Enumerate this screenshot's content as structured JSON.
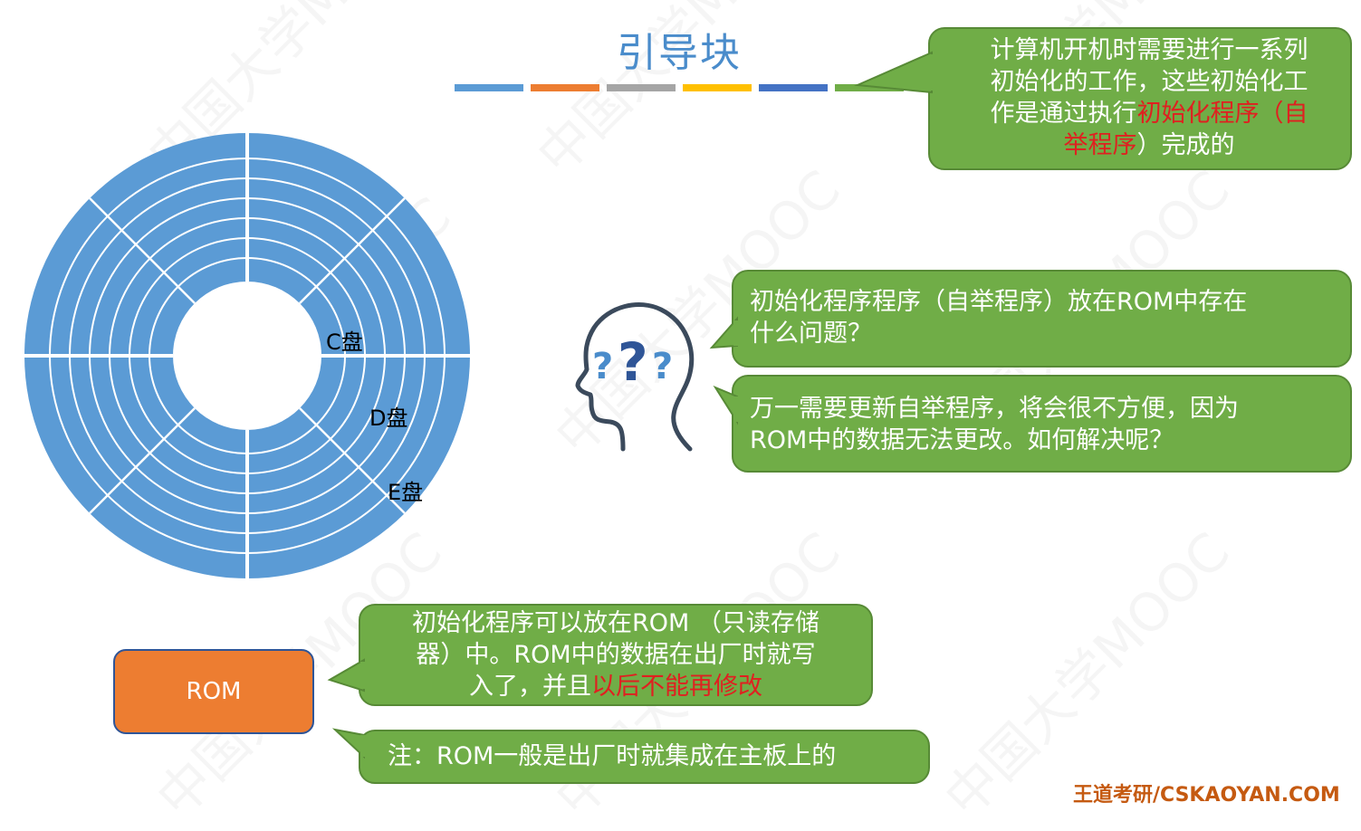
{
  "title": "引导块",
  "color_bar": [
    "#5b9bd5",
    "#ed7d31",
    "#a5a5a5",
    "#ffc000",
    "#4472c4",
    "#70ad47"
  ],
  "top_callout": {
    "line1": "计算机开机时需要进行一系列",
    "line2": "初始化的工作，这些初始化工",
    "line3_pre": "作是通过执行",
    "line3_hl": "初始化程序（自",
    "line4_hl": "举程序",
    "line4_post": "）完成的"
  },
  "disk": {
    "labels": [
      "C盘",
      "D盘",
      "E盘"
    ],
    "color": "#5b9bd5"
  },
  "question_callout": {
    "line1": "初始化程序程序（自举程序）放在ROM中存在",
    "line2": "什么问题？"
  },
  "answer_callout": {
    "line1": "万一需要更新自举程序，将会很不方便，因为",
    "line2": "ROM中的数据无法更改。如何解决呢？"
  },
  "rom_box": {
    "label": "ROM"
  },
  "rom_callout": {
    "line1": "初始化程序可以放在ROM （只读存储",
    "line2": "器）中。ROM中的数据在出厂时就写",
    "line3_pre": "入了，并且",
    "line3_hl": "以后不能再修改"
  },
  "note_callout": {
    "text": "注：ROM一般是出厂时就集成在主板上的"
  },
  "footer": {
    "text": "王道考研/CSKAOYAN.COM"
  },
  "watermark": {
    "text": "中国大学MOOC"
  },
  "colors": {
    "callout_green": "#70ad47",
    "highlight_red": "#e02020",
    "rom_orange": "#ed7d31"
  }
}
